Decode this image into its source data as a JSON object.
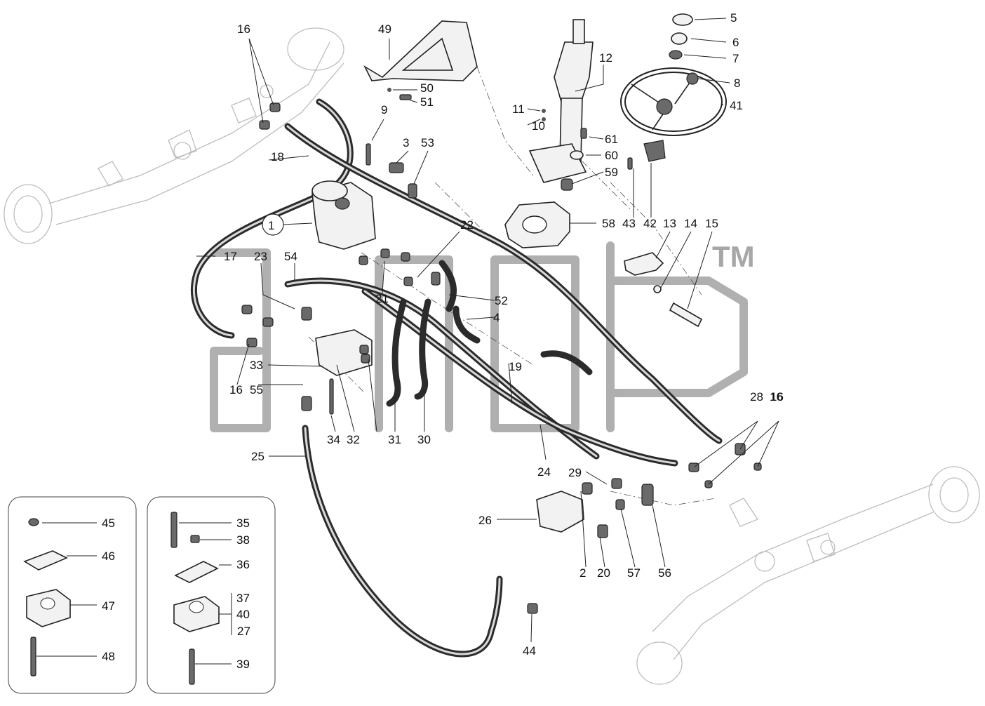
{
  "watermark": {
    "text": "TM"
  },
  "callouts": [
    {
      "label": "1"
    },
    {
      "label": "2"
    },
    {
      "label": "3"
    },
    {
      "label": "4"
    },
    {
      "label": "5"
    },
    {
      "label": "6"
    },
    {
      "label": "7"
    },
    {
      "label": "8"
    },
    {
      "label": "9"
    },
    {
      "label": "10"
    },
    {
      "label": "11"
    },
    {
      "label": "12"
    },
    {
      "label": "13"
    },
    {
      "label": "14"
    },
    {
      "label": "15"
    },
    {
      "label": "16"
    },
    {
      "label": "16"
    },
    {
      "label": "16"
    },
    {
      "label": "16"
    },
    {
      "label": "17"
    },
    {
      "label": "18"
    },
    {
      "label": "19"
    },
    {
      "label": "20"
    },
    {
      "label": "21"
    },
    {
      "label": "22"
    },
    {
      "label": "23"
    },
    {
      "label": "24"
    },
    {
      "label": "25"
    },
    {
      "label": "26"
    },
    {
      "label": "27"
    },
    {
      "label": "28"
    },
    {
      "label": "29"
    },
    {
      "label": "30"
    },
    {
      "label": "31"
    },
    {
      "label": "32"
    },
    {
      "label": "33"
    },
    {
      "label": "34"
    },
    {
      "label": "35"
    },
    {
      "label": "36"
    },
    {
      "label": "37"
    },
    {
      "label": "38"
    },
    {
      "label": "39"
    },
    {
      "label": "40"
    },
    {
      "label": "41"
    },
    {
      "label": "42"
    },
    {
      "label": "43"
    },
    {
      "label": "44"
    },
    {
      "label": "45"
    },
    {
      "label": "46"
    },
    {
      "label": "47"
    },
    {
      "label": "48"
    },
    {
      "label": "49"
    },
    {
      "label": "50"
    },
    {
      "label": "51"
    },
    {
      "label": "52"
    },
    {
      "label": "53"
    },
    {
      "label": "54"
    },
    {
      "label": "55"
    },
    {
      "label": "56"
    },
    {
      "label": "57"
    },
    {
      "label": "58"
    },
    {
      "label": "59"
    },
    {
      "label": "60"
    },
    {
      "label": "61"
    }
  ]
}
